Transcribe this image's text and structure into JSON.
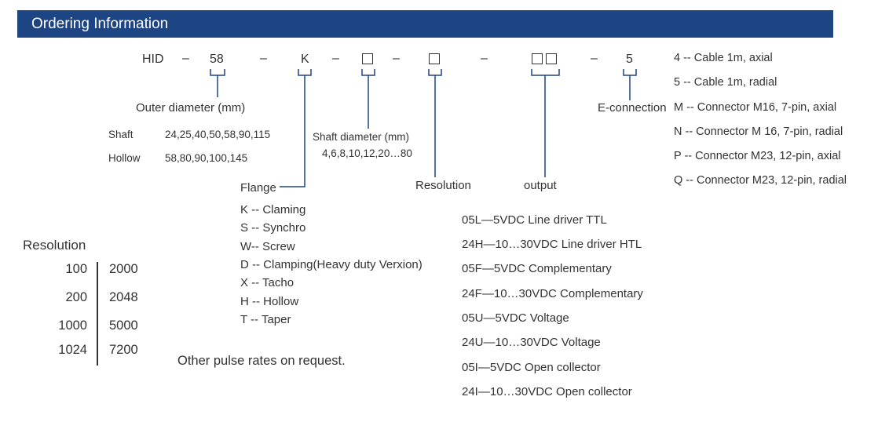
{
  "header": {
    "title": "Ordering Information"
  },
  "code": {
    "prefix": "HID",
    "dash": "–",
    "diameter": "58",
    "flange": "K",
    "connection": "5"
  },
  "outer_diameter": {
    "label": "Outer diameter (mm)",
    "rows": [
      {
        "type": "Shaft",
        "values": "24,25,40,50,58,90,115"
      },
      {
        "type": "Hollow",
        "values": "58,80,90,100,145"
      }
    ]
  },
  "shaft_diameter": {
    "label": "Shaft diameter (mm)",
    "values": "4,6,8,10,12,20…80"
  },
  "labels": {
    "resolution": "Resolution",
    "output": "output",
    "e_connection": "E-connection"
  },
  "flange": {
    "label": "Flange",
    "options": [
      "K -- Claming",
      "S -- Synchro",
      "W-- Screw",
      "D -- Clamping(Heavy duty Verxion)",
      "X -- Tacho",
      "H -- Hollow",
      "T -- Taper"
    ]
  },
  "resolution_table": {
    "title": "Resolution",
    "left": [
      "100",
      "200",
      "1000",
      "1024"
    ],
    "right": [
      "2000",
      "2048",
      "5000",
      "7200"
    ],
    "note": "Other pulse rates on request."
  },
  "output_options": [
    "05L—5VDC Line driver TTL",
    "24H—10…30VDC Line driver HTL",
    "05F—5VDC Complementary",
    "24F—10…30VDC Complementary",
    "05U—5VDC Voltage",
    "24U—10…30VDC Voltage",
    "05I—5VDC Open collector",
    "24I—10…30VDC Open collector"
  ],
  "connection_options": [
    "4 -- Cable 1m, axial",
    "5 -- Cable 1m, radial",
    "M -- Connector M16, 7-pin, axial",
    "N -- Connector M 16, 7-pin, radial",
    "P -- Connector M23, 12-pin, axial",
    "Q -- Connector M23, 12-pin, radial"
  ],
  "colors": {
    "header_bg": "#1d4483",
    "bracket": "#1d4483",
    "text": "#333333"
  }
}
